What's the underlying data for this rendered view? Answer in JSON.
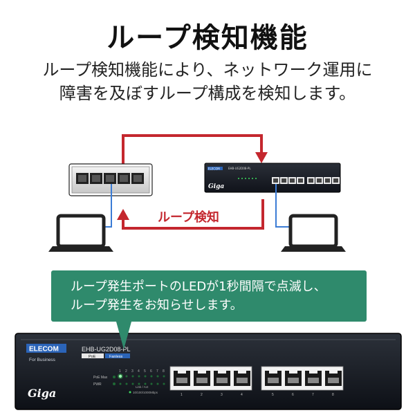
{
  "title": "ループ検知機能",
  "description": {
    "line1": "ループ検知機能により、ネットワーク運用に",
    "line2": "障害を及ぼすループ構成を検知します。"
  },
  "diagram": {
    "loop_label": "ループ検知",
    "small_switch": {
      "model": "EHB-UG2D08-PL",
      "brand": "ELECOM",
      "logo": "Giga"
    }
  },
  "callout": {
    "line1": "ループ発生ポートのLEDが1秒間隔で点滅し、",
    "line2": "ループ発生をお知らせします。"
  },
  "device": {
    "brand": "ELECOM",
    "tagline": "For Business",
    "model": "EHB-UG2D08-PL",
    "badge_poe": "PoE",
    "badge_fanless": "Fanless",
    "led_labels": [
      "PoE Max",
      "PWR"
    ],
    "port_numbers": [
      "1",
      "2",
      "3",
      "4",
      "5",
      "6",
      "7",
      "8"
    ],
    "legend_text": "10/100/1000Mbps",
    "link_label": "Link / Act",
    "logo": "Giga"
  },
  "colors": {
    "loop_arrow": "#c4272e",
    "callout": "#2f8a6c",
    "cable": "#3a7bd5",
    "led_active": "#3ddc5f"
  }
}
